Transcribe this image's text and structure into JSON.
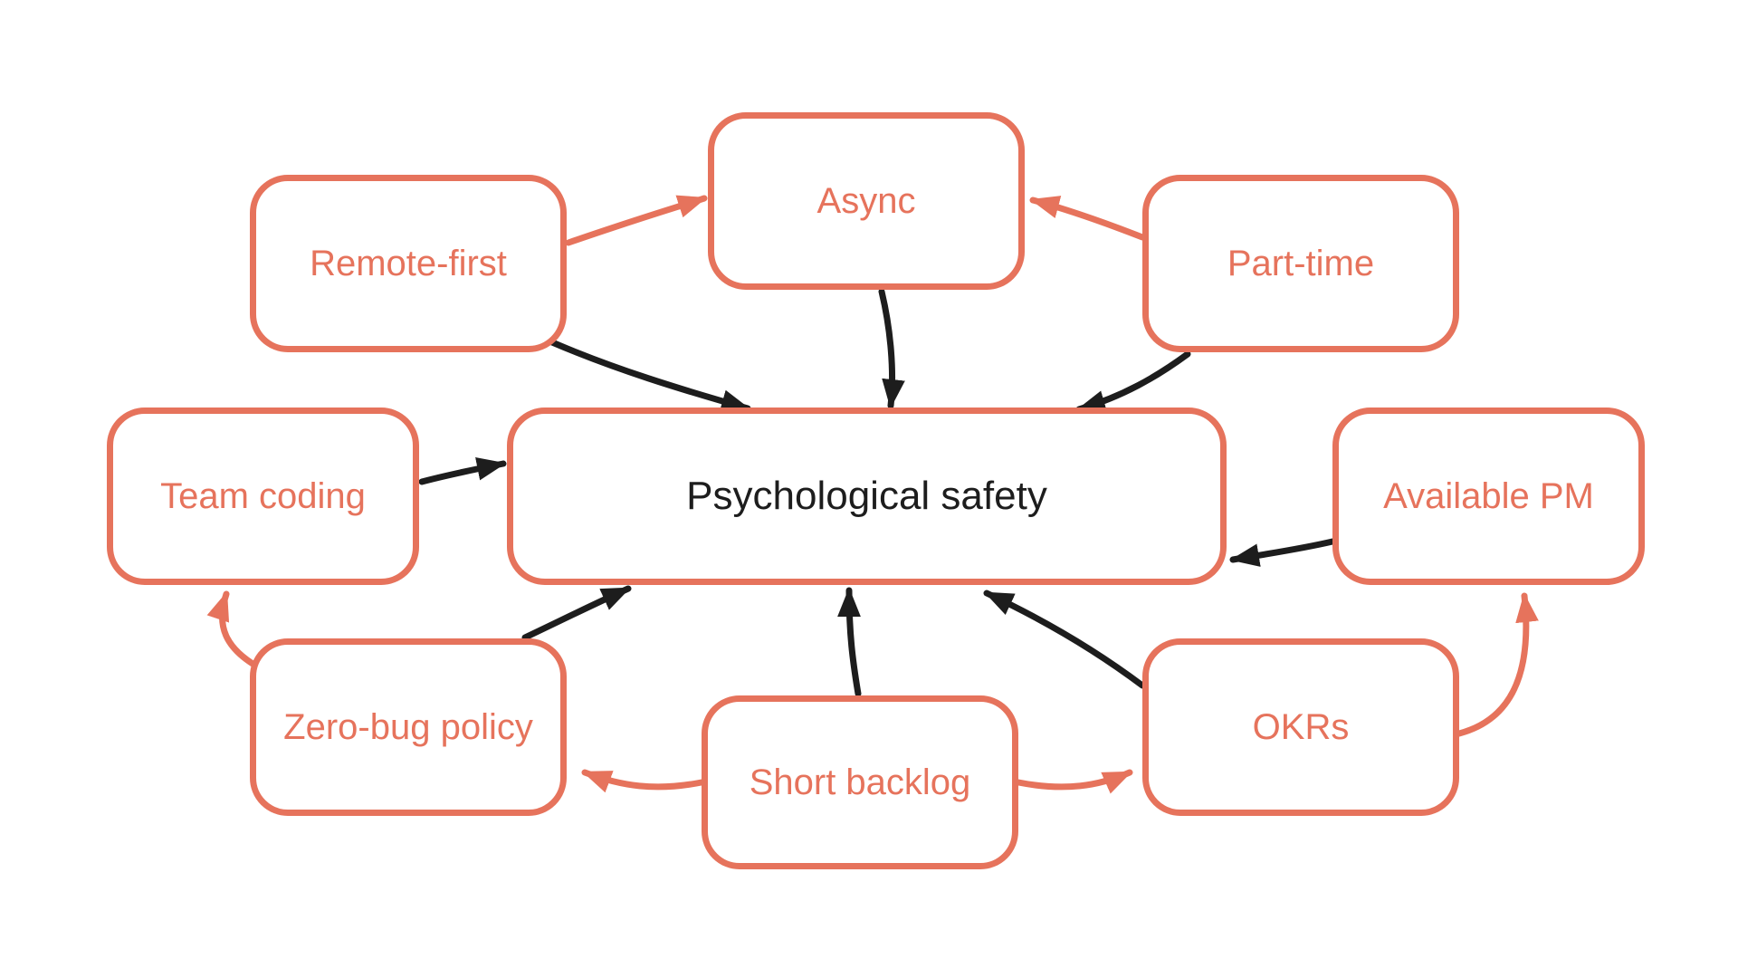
{
  "diagram": {
    "type": "concept-map",
    "colors": {
      "accent": "#e6735c",
      "ink": "#1d1d1d",
      "background": "#ffffff"
    },
    "center_node": "psychological_safety",
    "nodes": {
      "remote_first": {
        "label": "Remote-first"
      },
      "async": {
        "label": "Async"
      },
      "part_time": {
        "label": "Part-time"
      },
      "team_coding": {
        "label": "Team coding"
      },
      "psychological_safety": {
        "label": "Psychological safety"
      },
      "available_pm": {
        "label": "Available PM"
      },
      "zero_bug_policy": {
        "label": "Zero-bug policy"
      },
      "short_backlog": {
        "label": "Short backlog"
      },
      "okrs": {
        "label": "OKRs"
      }
    },
    "edges": [
      {
        "from": "remote_first",
        "to": "async",
        "style": "accent"
      },
      {
        "from": "part_time",
        "to": "async",
        "style": "accent"
      },
      {
        "from": "zero_bug_policy",
        "to": "team_coding",
        "style": "accent"
      },
      {
        "from": "short_backlog",
        "to": "zero_bug_policy",
        "style": "accent"
      },
      {
        "from": "short_backlog",
        "to": "okrs",
        "style": "accent"
      },
      {
        "from": "okrs",
        "to": "available_pm",
        "style": "accent"
      },
      {
        "from": "remote_first",
        "to": "psychological_safety",
        "style": "ink"
      },
      {
        "from": "async",
        "to": "psychological_safety",
        "style": "ink"
      },
      {
        "from": "part_time",
        "to": "psychological_safety",
        "style": "ink"
      },
      {
        "from": "team_coding",
        "to": "psychological_safety",
        "style": "ink"
      },
      {
        "from": "available_pm",
        "to": "psychological_safety",
        "style": "ink"
      },
      {
        "from": "zero_bug_policy",
        "to": "psychological_safety",
        "style": "ink"
      },
      {
        "from": "short_backlog",
        "to": "psychological_safety",
        "style": "ink"
      },
      {
        "from": "okrs",
        "to": "psychological_safety",
        "style": "ink"
      }
    ]
  }
}
